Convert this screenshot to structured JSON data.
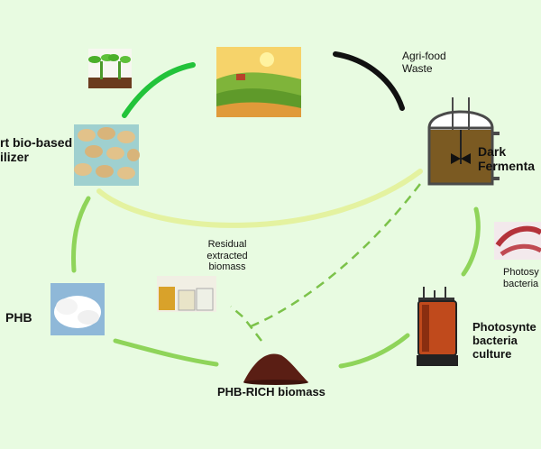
{
  "labels": {
    "agri_waste": "Agri-food\nWaste",
    "dark_ferment": "Dark\nFermenta",
    "photo_bacteria_small": "Photosy\nbacteria",
    "photo_culture": "Photosynte\nbacteria\nculture",
    "phb_rich": "PHB-RICH biomass",
    "residual": "Residual\nextracted\nbiomass",
    "phb": "PHB",
    "fertilizer": "rt bio-based\nilizer"
  },
  "colors": {
    "background": "#e8fbe1",
    "arrow_bright_green": "#22c33a",
    "arrow_light_green": "#8fd45a",
    "arrow_black": "#111111",
    "arrow_pale_yellow_green": "#e4f2a0",
    "dashed_green": "#7cc24a",
    "digester_body": "#7b5a22",
    "digester_frame": "#4a4a4a",
    "biomass_pile": "#5a1e14",
    "culture_bottle": "#c04a1c"
  },
  "icons": [
    "seedlings-icon",
    "farmland-icon",
    "digester-tank-icon",
    "microscope-bacteria-icon",
    "bioreactor-icon",
    "biomass-pile-icon",
    "lab-glassware-icon",
    "white-powder-icon",
    "fertilizer-granules-icon"
  ]
}
